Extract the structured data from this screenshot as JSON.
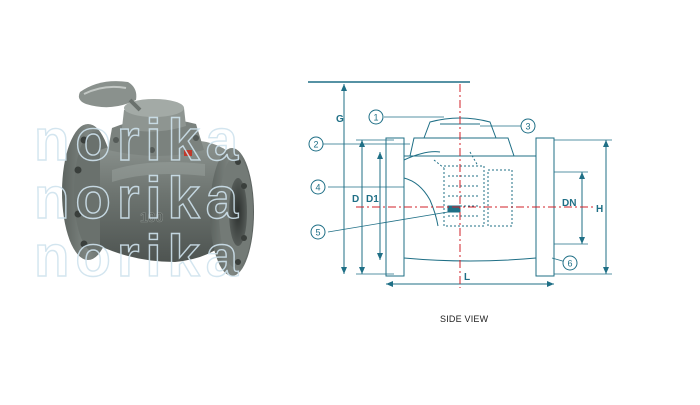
{
  "product_photo": {
    "watermark_text": "norika",
    "body_marking": "100"
  },
  "diagram": {
    "dimension_labels": {
      "g": "G",
      "d": "D",
      "d1": "D1",
      "dn": "DN",
      "h": "H",
      "l": "L"
    },
    "callouts": [
      "1",
      "2",
      "3",
      "4",
      "5",
      "6"
    ],
    "line_color": "#1f6f86",
    "axis_color": "#d0202a"
  },
  "caption": "SIDE VIEW"
}
